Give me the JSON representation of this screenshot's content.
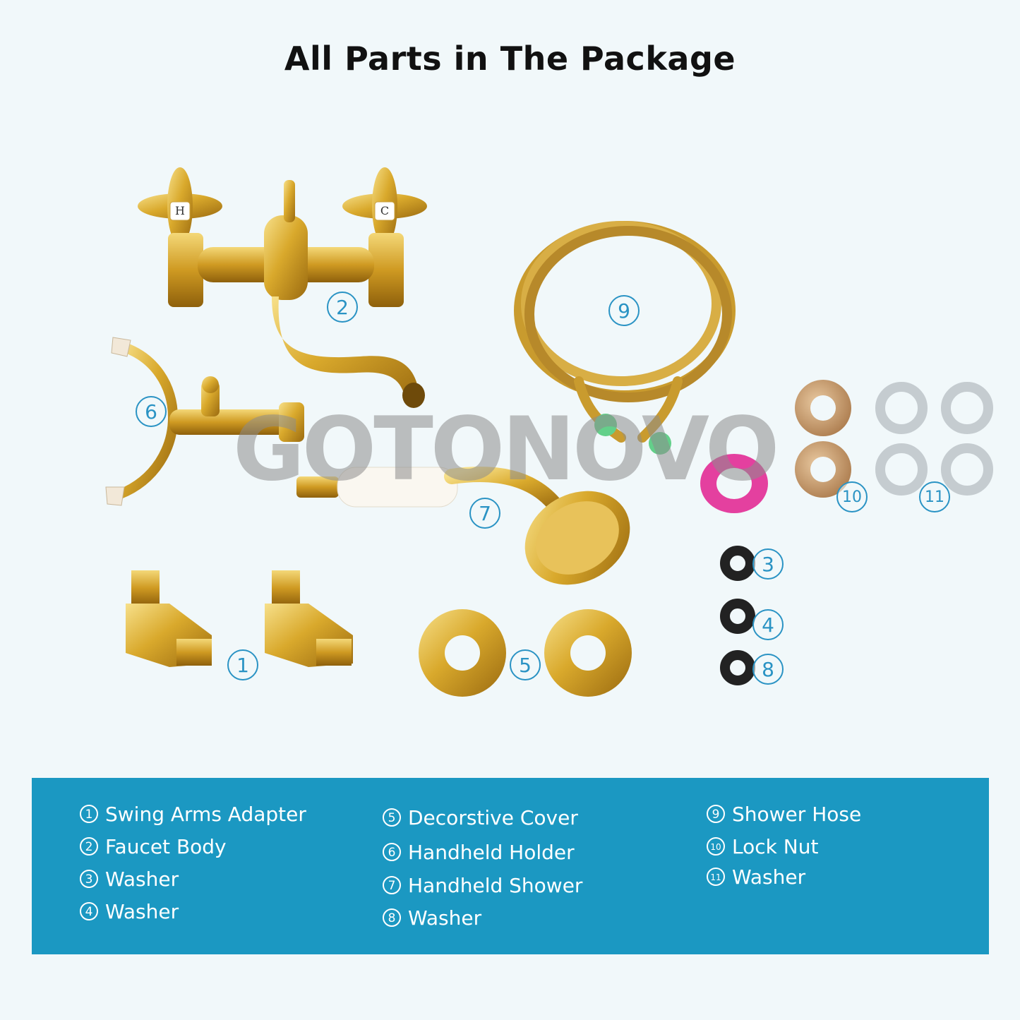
{
  "title": "All Parts in The Package",
  "watermark": "GOTONOVO",
  "faucet_labels": {
    "hot": "H",
    "cold": "C"
  },
  "callouts": [
    "1",
    "2",
    "3",
    "4",
    "5",
    "6",
    "7",
    "8",
    "9",
    "10",
    "11"
  ],
  "legend": {
    "col1": [
      {
        "num": "1",
        "label": "Swing Arms Adapter"
      },
      {
        "num": "2",
        "label": "Faucet Body"
      },
      {
        "num": "3",
        "label": "Washer"
      },
      {
        "num": "4",
        "label": "Washer"
      }
    ],
    "col2": [
      {
        "num": "5",
        "label": "Decorstive Cover"
      },
      {
        "num": "6",
        "label": "Handheld Holder"
      },
      {
        "num": "7",
        "label": "Handheld Shower"
      },
      {
        "num": "8",
        "label": "Washer"
      }
    ],
    "col3": [
      {
        "num": "9",
        "label": "Shower Hose"
      },
      {
        "num": "10",
        "label": "Lock Nut"
      },
      {
        "num": "11",
        "label": "Washer"
      }
    ]
  },
  "colors": {
    "panel": "#1b98c2",
    "callout": "#2a93c4",
    "gold": "#d4a82c",
    "background": "#f1f8fa"
  }
}
